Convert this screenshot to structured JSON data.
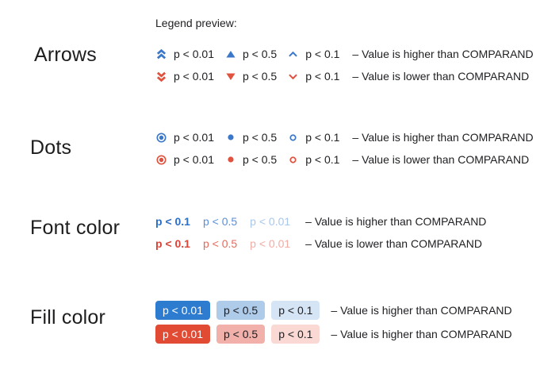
{
  "header": {
    "title": "Legend preview:"
  },
  "colors": {
    "arrow_dot_blue": "#3C78C9",
    "arrow_dot_red": "#E0523E",
    "font_blue_strong": "#2B6FC8",
    "font_blue_mid": "#5B8FD9",
    "font_blue_light": "#A9C7EC",
    "font_red_strong": "#DB4437",
    "font_red_mid": "#E56A5B",
    "font_red_light": "#F2ACA4",
    "fill_blue_strong": "#2E7CD0",
    "fill_blue_mid": "#AECBEA",
    "fill_blue_light": "#D6E5F5",
    "fill_red_strong": "#E14A33",
    "fill_red_mid": "#F1B0A9",
    "fill_red_light": "#FAD9D4"
  },
  "sections": {
    "arrows": {
      "label": "Arrows",
      "higher": {
        "items": [
          {
            "icon": "double-chevron-up-icon",
            "label": "p < 0.01"
          },
          {
            "icon": "triangle-up-icon",
            "label": "p < 0.5"
          },
          {
            "icon": "chevron-up-icon",
            "label": "p < 0.1"
          }
        ],
        "description": "– Value is higher than COMPARAND"
      },
      "lower": {
        "items": [
          {
            "icon": "double-chevron-down-icon",
            "label": "p < 0.01"
          },
          {
            "icon": "triangle-down-icon",
            "label": "p < 0.5"
          },
          {
            "icon": "chevron-down-icon",
            "label": "p < 0.1"
          }
        ],
        "description": "– Value is lower than COMPARAND"
      }
    },
    "dots": {
      "label": "Dots",
      "higher": {
        "items": [
          {
            "icon": "bullseye-dot-icon",
            "label": "p < 0.01"
          },
          {
            "icon": "filled-dot-icon",
            "label": "p < 0.5"
          },
          {
            "icon": "hollow-dot-icon",
            "label": "p < 0.1"
          }
        ],
        "description": "– Value is higher than COMPARAND"
      },
      "lower": {
        "items": [
          {
            "icon": "bullseye-dot-icon",
            "label": "p < 0.01"
          },
          {
            "icon": "filled-dot-icon",
            "label": "p < 0.5"
          },
          {
            "icon": "hollow-dot-icon",
            "label": "p < 0.1"
          }
        ],
        "description": "– Value is lower than COMPARAND"
      }
    },
    "font_color": {
      "label": "Font color",
      "higher": {
        "labels": [
          "p < 0.1",
          "p < 0.5",
          "p < 0.01"
        ],
        "description": "– Value is higher than COMPARAND"
      },
      "lower": {
        "labels": [
          "p < 0.1",
          "p < 0.5",
          "p < 0.01"
        ],
        "description": "– Value is lower than COMPARAND"
      }
    },
    "fill_color": {
      "label": "Fill color",
      "higher": {
        "labels": [
          "p < 0.01",
          "p < 0.5",
          "p < 0.1"
        ],
        "description": "– Value is higher than COMPARAND"
      },
      "lower": {
        "labels": [
          "p < 0.01",
          "p < 0.5",
          "p < 0.1"
        ],
        "description": "– Value is higher than COMPARAND"
      }
    }
  }
}
